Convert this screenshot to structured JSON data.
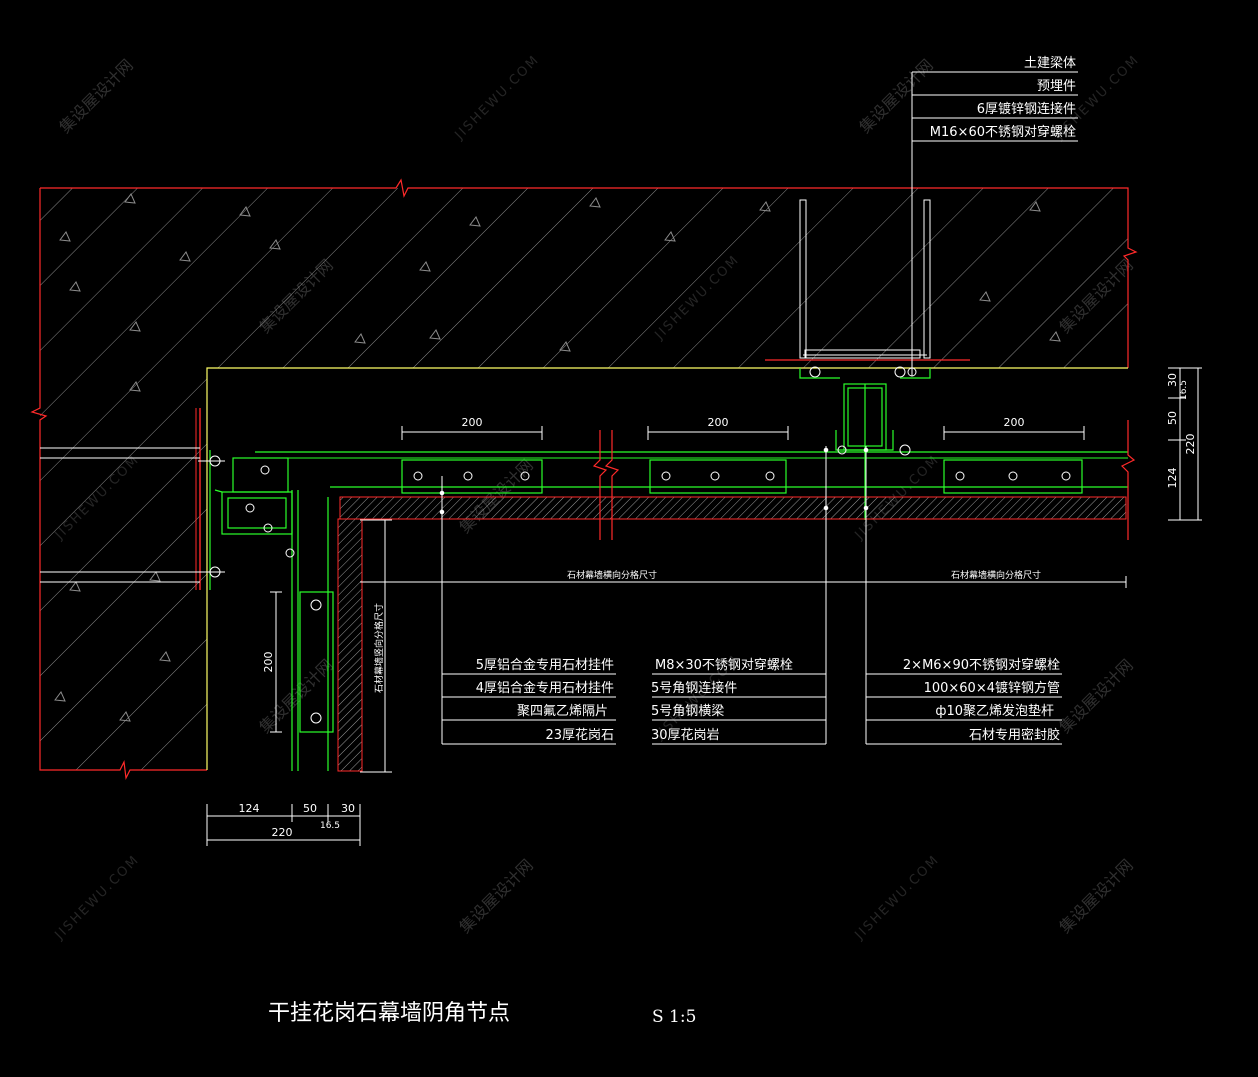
{
  "drawing": {
    "title": "干挂花岗石幕墙阴角节点",
    "scale": "S 1:5",
    "watermark_cn": "集设屋设计网",
    "watermark_en": "JISHEWU.COM"
  },
  "leaders_top": [
    "土建梁体",
    "预埋件",
    "6厚镀锌钢连接件",
    "M16×60不锈钢对穿螺栓"
  ],
  "leaders_left": [
    "5厚铝合金专用石材挂件",
    "4厚铝合金专用石材挂件",
    "聚四氟乙烯隔片",
    "23厚花岗石"
  ],
  "leaders_mid": [
    "M8×30不锈钢对穿螺栓",
    "5号角钢连接件",
    "5号角钢横梁",
    "30厚花岗岩"
  ],
  "leaders_right": [
    "2×M6×90不锈钢对穿螺栓",
    "100×60×4镀锌钢方管",
    "ф10聚乙烯发泡垫杆",
    "石材专用密封胶"
  ],
  "dimensions": {
    "spacing_top": [
      "200",
      "200",
      "200"
    ],
    "spacing_vertical": "200",
    "horiz_module": "石材幕墙横向分格尺寸",
    "vert_module": "石材幕墙竖向分格尺寸",
    "right_stack": [
      "30",
      "16.5",
      "50",
      "124",
      "220"
    ],
    "bottom_stack": [
      "124",
      "50",
      "30",
      "16.5",
      "220"
    ]
  },
  "colors": {
    "red": "#ff2a2a",
    "white": "#ffffff",
    "green": "#2aff2a",
    "yellow": "#ffff66",
    "hatch": "#8c8c8c"
  }
}
